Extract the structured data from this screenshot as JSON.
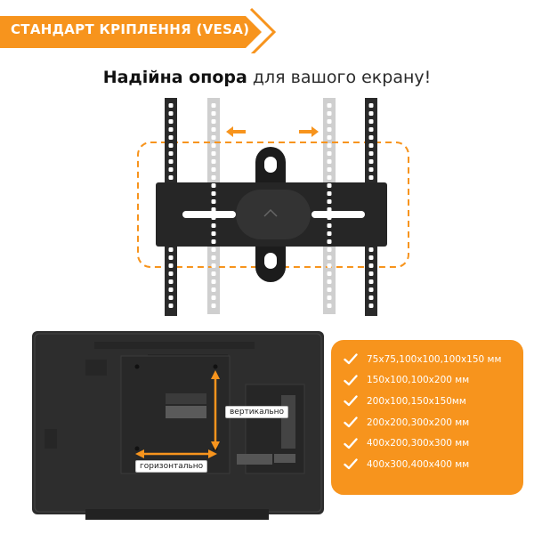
{
  "banner": {
    "title": "СТАНДАРТ КРІПЛЕННЯ (VESA)"
  },
  "headline": {
    "bold": "Надійна опора",
    "rest": " для вашого екрану!"
  },
  "tv": {
    "vertical_label": "вертикально",
    "horizontal_label": "горизонтально"
  },
  "specs": {
    "items": [
      "75х75,100х100,100х150 мм",
      "150х100,100х200 мм",
      "200х100,150х150мм",
      "200х200,300х200 мм",
      "400х200,300х300 мм",
      "400х300,400х400 мм"
    ]
  },
  "colors": {
    "accent": "#f7941d",
    "bracket": "#2a2a2a",
    "ghost": "#cfcfcf",
    "text": "#2b2b2b"
  }
}
